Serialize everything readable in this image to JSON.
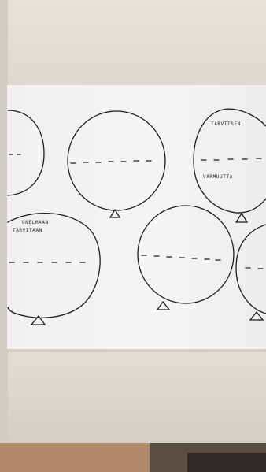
{
  "photo": {
    "background_color": "#d7d3cb",
    "paper_color": "#f4f3f1",
    "ink_color": "#1c1c1c"
  },
  "balloons": [
    {
      "label_top": "",
      "label_bottom": ""
    },
    {
      "label_top": "",
      "label_bottom": ""
    },
    {
      "label_top": "TARVITSEN",
      "label_bottom": "VARMUUTTA"
    },
    {
      "label_top": "UNELMAAN\nTARVITAAN",
      "label_bottom": ""
    },
    {
      "label_top": "",
      "label_bottom": ""
    },
    {
      "label_top": "",
      "label_bottom": ""
    }
  ]
}
